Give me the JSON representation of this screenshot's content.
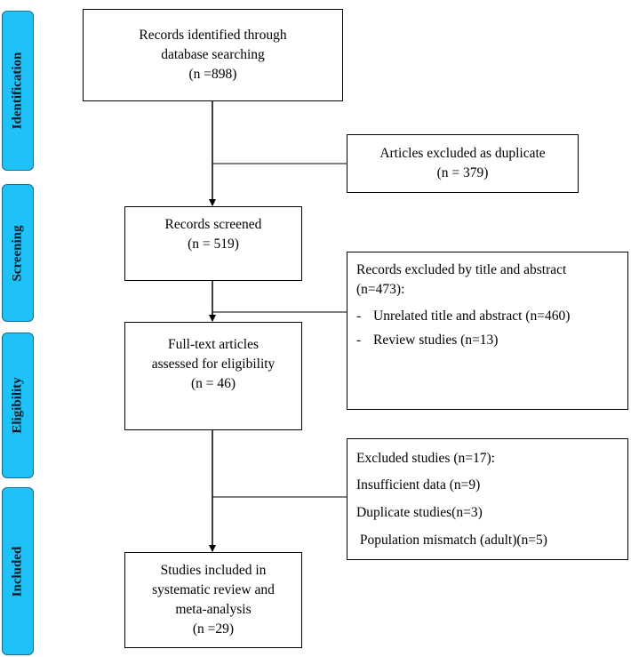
{
  "stages": {
    "identification": "Identification",
    "screening": "Screening",
    "eligibility": "Eligibility",
    "included": "Included"
  },
  "boxes": {
    "identified": {
      "lines": [
        "Records identified through",
        "database searching",
        "(n =898)"
      ]
    },
    "duplicates": {
      "lines": [
        "Articles excluded as duplicate",
        "(n = 379)"
      ]
    },
    "screened": {
      "lines": [
        "Records screened",
        "(n = 519)"
      ]
    },
    "excluded_title": {
      "heading": "Records excluded by title and abstract",
      "heading_count": "(n=473):",
      "items": [
        {
          "bullet": "-",
          "text": "Unrelated title and abstract (n=460)"
        },
        {
          "bullet": "-",
          "text": "Review studies (n=13)"
        }
      ]
    },
    "fulltext": {
      "lines": [
        "Full-text articles",
        "assessed for eligibility",
        "(n = 46)"
      ]
    },
    "excluded_studies": {
      "heading": "Excluded studies (n=17):",
      "items": [
        "Insufficient data (n=9)",
        "Duplicate studies(n=3)",
        " Population mismatch (adult)(n=5)"
      ]
    },
    "included": {
      "lines": [
        "Studies included in",
        "systematic review and",
        "meta-analysis",
        "(n =29)"
      ]
    }
  }
}
